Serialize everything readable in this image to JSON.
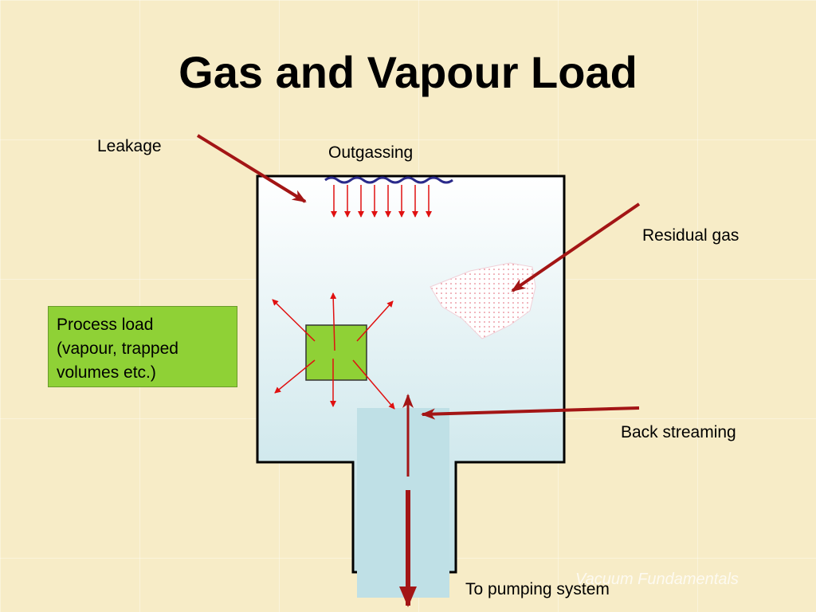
{
  "title": "Gas and Vapour Load",
  "labels": {
    "leakage": "Leakage",
    "outgassing": "Outgassing",
    "residual_gas": "Residual gas",
    "back_streaming": "Back streaming",
    "pumping": "To pumping system"
  },
  "process_load": {
    "line1": "Process load",
    "line2": "(vapour, trapped",
    "line3": "volumes etc.)"
  },
  "watermark": "Vacuum Fundamentals",
  "colors": {
    "background": "#f7ecc7",
    "chamber_fill": "#bfe0e6",
    "arrow_dark_red": "#a31515",
    "arrow_red": "#e01010",
    "process_green": "#8fd136",
    "outgassing_line": "#2a2a8a"
  }
}
